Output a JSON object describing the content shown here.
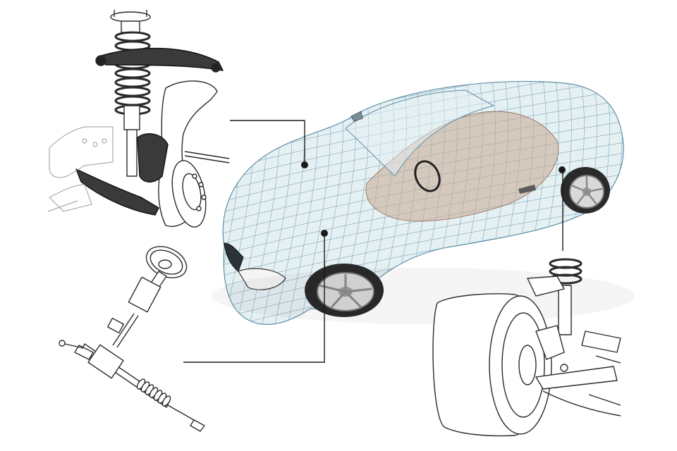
{
  "diagram": {
    "background": "#ffffff",
    "line_color": "#1a1a1a",
    "sketch_color": "#2b2b2b",
    "mesh_color": "#5f8fa8",
    "body_tint": "#cfe3ea",
    "interior_tint": "#c9a98f",
    "components": [
      {
        "name": "front-suspension-strut-assembly",
        "icon": "coil-spring-strut-icon"
      },
      {
        "name": "steering-column-and-rack",
        "icon": "steering-wheel-icon"
      },
      {
        "name": "rear-suspension-and-wheel",
        "icon": "wheel-hub-icon"
      },
      {
        "name": "wireframe-car-body",
        "icon": "car-mesh-icon"
      }
    ],
    "callout_count": 3
  }
}
